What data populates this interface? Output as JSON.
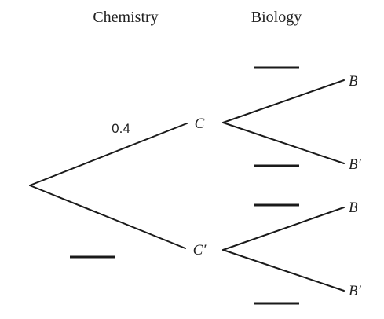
{
  "headers": {
    "chemistry": "Chemistry",
    "biology": "Biology"
  },
  "probabilities": {
    "chemistry_pass": "0.4",
    "chemistry_fail": "",
    "biology_pass_given_c": "",
    "biology_fail_given_c": "",
    "biology_pass_given_c_prime": "",
    "biology_fail_given_c_prime": ""
  },
  "nodes": {
    "c": "C",
    "c_prime": "C′",
    "b_upper": "B",
    "b_prime_upper": "B′",
    "b_lower": "B",
    "b_prime_lower": "B′"
  }
}
